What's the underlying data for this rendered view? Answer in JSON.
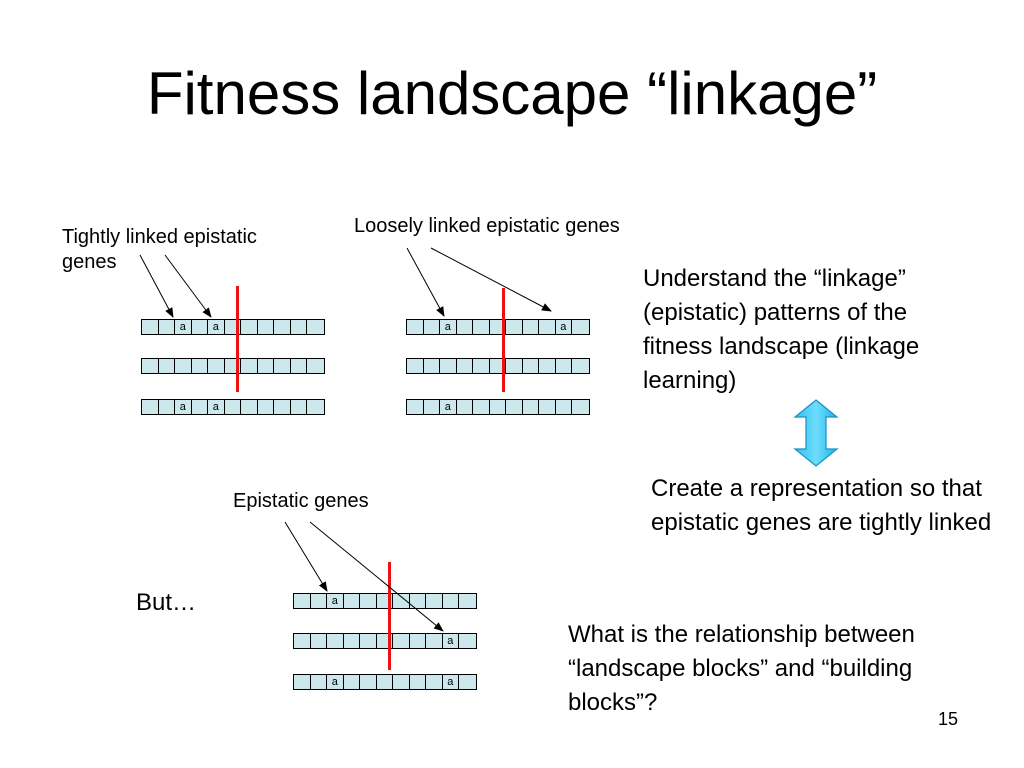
{
  "title": "Fitness landscape “linkage”",
  "labels": {
    "tightly_linked": "Tightly linked epistatic genes",
    "loosely_linked": "Loosely linked epistatic genes",
    "epistatic_genes": "Epistatic genes",
    "but": "But…"
  },
  "text": {
    "understand": "Understand the “linkage” (epistatic) patterns of the fitness landscape (linkage learning)",
    "create": "Create a representation so that epistatic genes are tightly linked",
    "question": "What is the relationship between “landscape blocks” and “building blocks”?"
  },
  "gene_symbol": "a",
  "chromosomes": {
    "tight": [
      [
        2,
        4
      ],
      [],
      [
        2,
        4
      ]
    ],
    "loose": [
      [
        2,
        9
      ],
      [],
      [
        2
      ]
    ],
    "bottom": [
      [
        2
      ],
      [
        9
      ],
      [
        2,
        9
      ]
    ]
  },
  "colors": {
    "cell_fill": "#cce8ec",
    "cut_line": "#ee1111"
  },
  "slide_number": "15"
}
